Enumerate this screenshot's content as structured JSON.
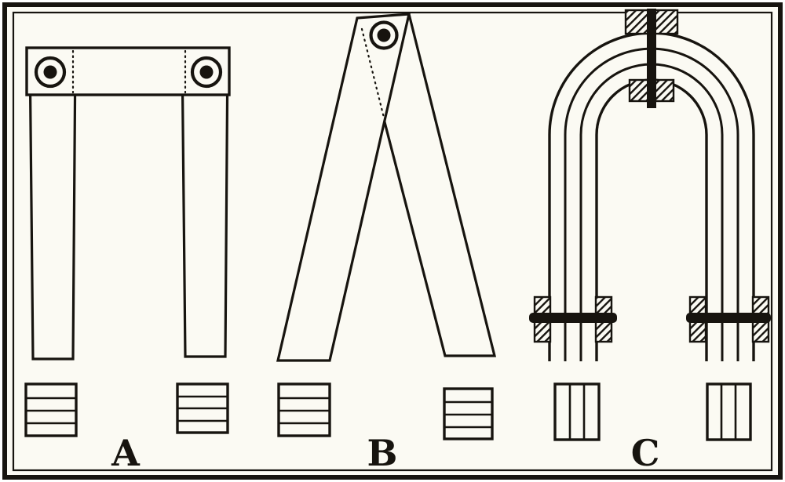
{
  "palette": {
    "ink": "#17140f",
    "paper": "#fbfaf3"
  },
  "panels": [
    {
      "label": "A"
    },
    {
      "label": "B"
    },
    {
      "label": "C"
    }
  ]
}
